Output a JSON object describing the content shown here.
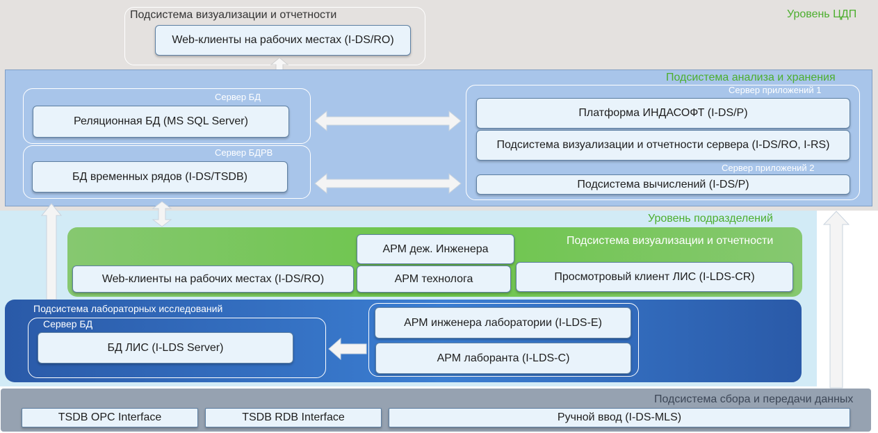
{
  "levels": {
    "cdp": "Уровень ЦДП",
    "divisions": "Уровень подразделений"
  },
  "top_viz": {
    "title": "Подсистема визуализации и отчетности",
    "web_clients": "Web-клиенты на рабочих местах (I-DS/RO)"
  },
  "analysis": {
    "title": "Подсистема анализа и хранения",
    "db_server_label": "Сервер БД",
    "relational_db": "Реляционная БД (MS SQL Server)",
    "rtdb_server_label": "Сервер БДРВ",
    "tsdb": "БД временных рядов (I-DS/TSDB)",
    "app_server1_label": "Сервер приложений 1",
    "platform": "Платформа ИНДАСОФТ (I-DS/P)",
    "server_viz": "Подсистема визуализации и отчетности сервера (I-DS/RO, I-RS)",
    "app_server2_label": "Сервер приложений 2",
    "calc": "Подсистема вычислений (I-DS/P)"
  },
  "div_viz": {
    "title": "Подсистема визуализации и отчетности",
    "arm_duty": "АРМ деж. Инженера",
    "arm_tech": "АРМ технолога",
    "web_clients": "Web-клиенты на рабочих местах (I-DS/RO)",
    "viewer_client": "Просмотровый клиент ЛИС (I-LDS-CR)"
  },
  "lab": {
    "title": "Подсистема лабораторных исследований",
    "db_server_label": "Сервер БД",
    "lis_db": "БД ЛИС (I-LDS Server)",
    "arm_lab_engineer": "АРМ инженера лаборатории (I-LDS-E)",
    "arm_lab_assistant": "АРМ лаборанта (I-LDS-C)"
  },
  "collection": {
    "title": "Подсистема сбора и передачи данных",
    "opc": "TSDB OPC Interface",
    "rdb": "TSDB RDB Interface",
    "manual": "Ручной ввод (I-DS-MLS)"
  },
  "colors": {
    "level_green": "#4cae2e",
    "analysis_bg": "#a8c5ea",
    "viz_green": "#6cc54a",
    "lab_blue": "#2f67b8",
    "collection_gray": "#96a2b1"
  }
}
